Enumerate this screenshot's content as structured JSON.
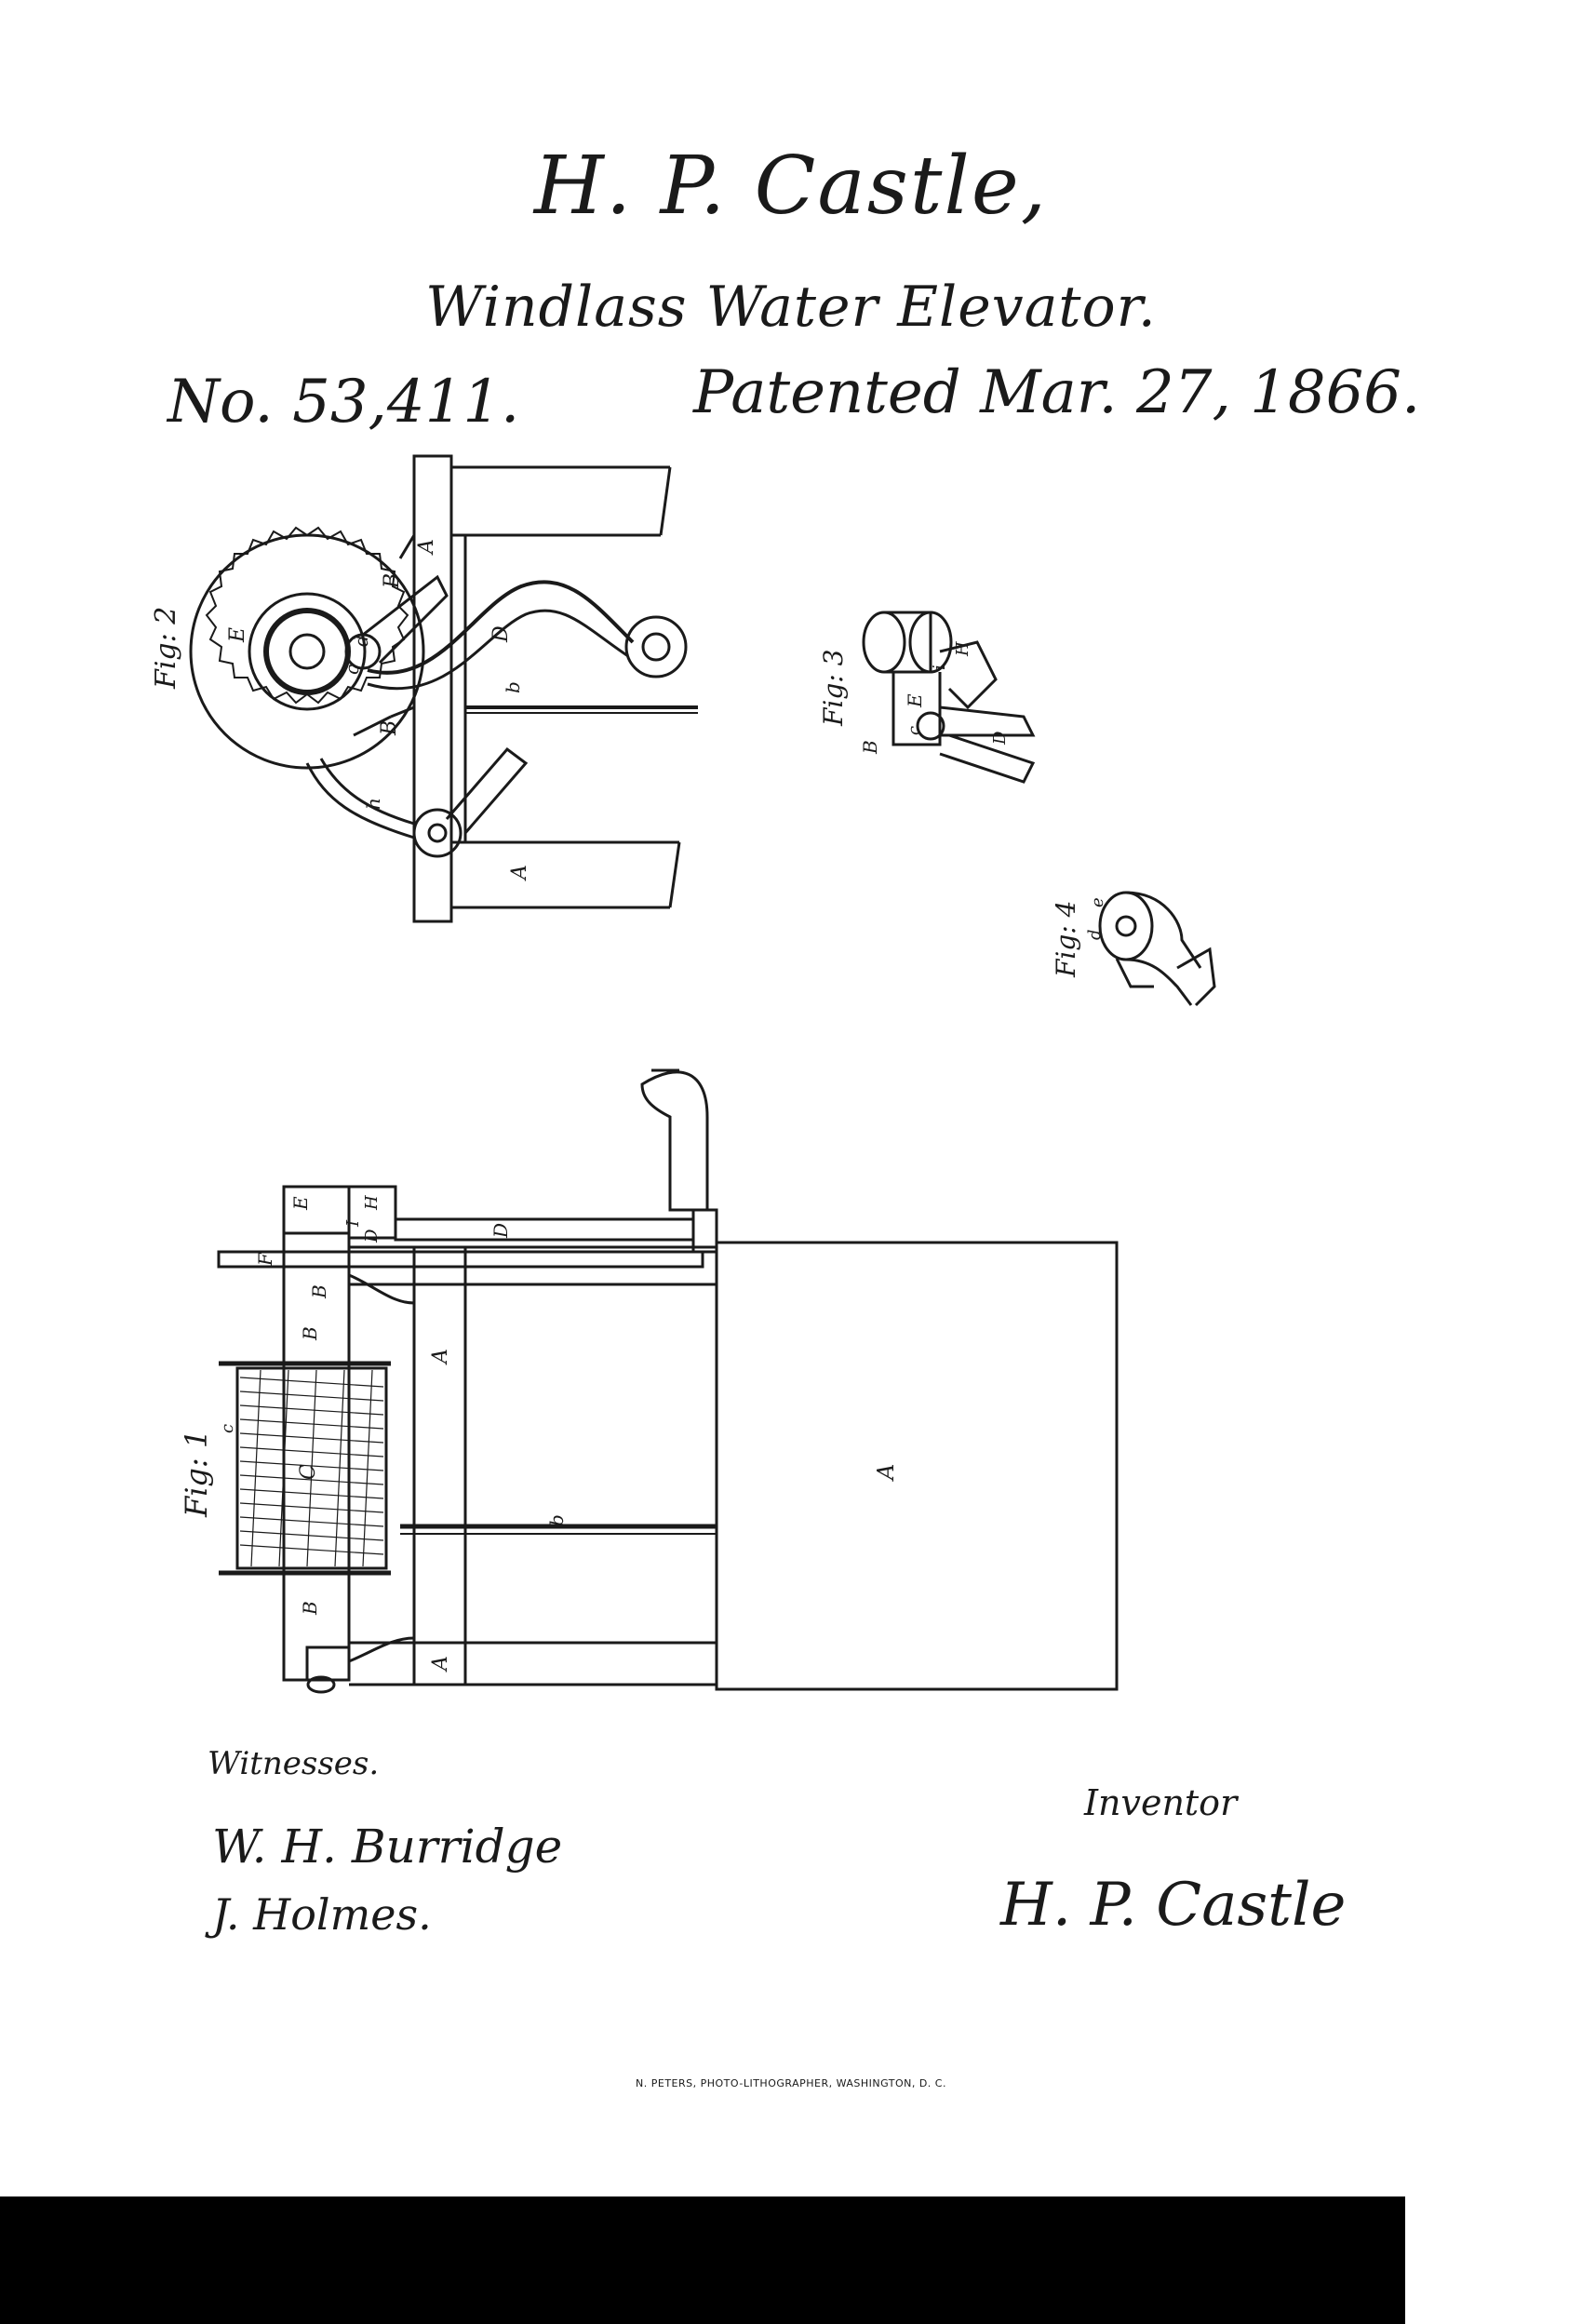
{
  "header": {
    "inventor_name": "H. P. Castle,",
    "invention_title": "Windlass Water Elevator.",
    "patent_number": "No. 53,411.",
    "patent_date": "Patented Mar. 27, 1866."
  },
  "figures": {
    "fig2": {
      "label": "Fig: 2",
      "letters": [
        "A",
        "A",
        "B",
        "B",
        "D",
        "E",
        "c",
        "d",
        "b",
        "h"
      ]
    },
    "fig3": {
      "label": "Fig: 3",
      "letters": [
        "E",
        "H",
        "i",
        "c",
        "D",
        "B"
      ]
    },
    "fig4": {
      "label": "Fig: 4",
      "letters": [
        "e",
        "d"
      ]
    },
    "fig1": {
      "label": "Fig: 1",
      "letters": [
        "E",
        "H",
        "I",
        "D",
        "D",
        "F",
        "B",
        "B",
        "B",
        "A",
        "A",
        "A",
        "b",
        "C",
        "c"
      ]
    }
  },
  "footer": {
    "witnesses_label": "Witnesses.",
    "witness_1": "W. H. Burridge",
    "witness_2": "J. Holmes.",
    "inventor_label": "Inventor",
    "inventor_signature": "H. P. Castle",
    "printer_credit": "N. PETERS, PHOTO-LITHOGRAPHER, WASHINGTON, D. C."
  }
}
